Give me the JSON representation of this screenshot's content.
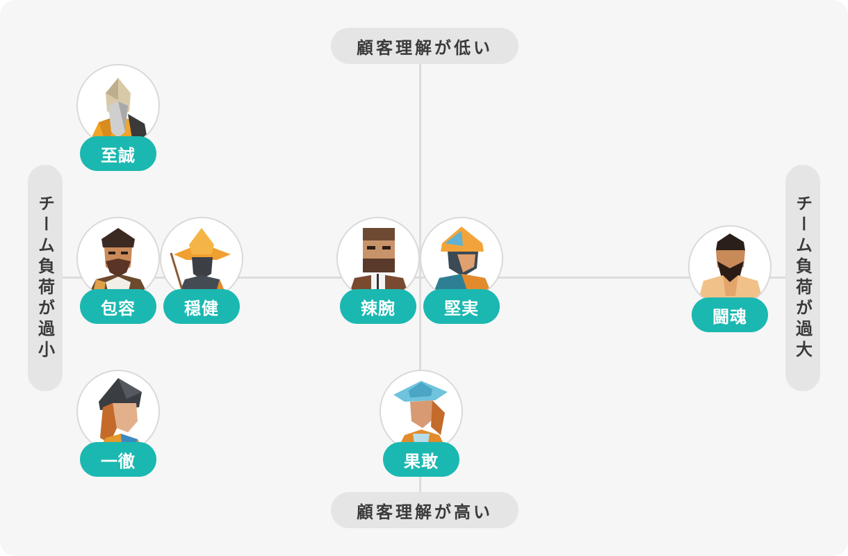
{
  "axes": {
    "top": "顧客理解が低い",
    "bottom": "顧客理解が高い",
    "left": "チーム負荷が過小",
    "right": "チーム負荷が過大"
  },
  "personas": [
    {
      "id": "shisei",
      "name": "至誠",
      "icon": "elder-bearded-man-avatar-icon"
    },
    {
      "id": "hoyo",
      "name": "包容",
      "icon": "mustached-man-avatar-icon"
    },
    {
      "id": "onken",
      "name": "穏健",
      "icon": "hat-wearing-farmer-avatar-icon"
    },
    {
      "id": "ittetsu",
      "name": "一徹",
      "icon": "woman-with-helmet-avatar-icon"
    },
    {
      "id": "ratsuwan",
      "name": "辣腕",
      "icon": "blocky-man-avatar-icon"
    },
    {
      "id": "kenjitsu",
      "name": "堅実",
      "icon": "man-with-cap-avatar-icon"
    },
    {
      "id": "kaikan",
      "name": "果敢",
      "icon": "woman-with-bucket-hat-avatar-icon"
    },
    {
      "id": "tokon",
      "name": "闘魂",
      "icon": "muscular-bearded-man-avatar-icon"
    }
  ],
  "colors": {
    "accent": "#1bb8b1",
    "axis_pill": "#e5e5e5",
    "background": "#f6f6f6"
  }
}
